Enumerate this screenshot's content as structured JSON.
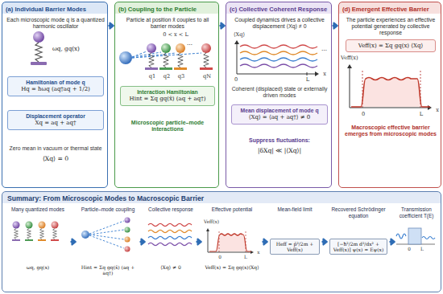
{
  "diagram": {
    "nodes": [
      {
        "text": [
          "(a) Individual Barrier Modes",
          "Each microscopic mode q is a quantized harmonic oscillator",
          "ωq, gq(x)",
          "Zero mean in vacuum or thermal state",
          "⟨Xq⟩ = 0"
        ]
      },
      {
        "text": [
          "Hamiltonian of mode q",
          "Hq = ħωq (aq†aq + 1/2)"
        ],
        "in": 0
      },
      {
        "text": [
          "Displacement operator",
          "Xq = aq + aq†"
        ],
        "in": 0
      },
      {
        "text": [
          "(b) Coupling to the Particle",
          "Particle at position x̂ couples to all barrier modes",
          "0 < x < L",
          "q1",
          "q2",
          "q3",
          "⋯",
          "qN",
          "Microscopic particle–mode interactions"
        ]
      },
      {
        "text": [
          "Interaction Hamiltonian",
          "Hint = Σq gq(x̂) (aq + aq†)"
        ],
        "in": 3
      },
      {
        "text": [
          "(c) Collective Coherent Response",
          "Coupled dynamics drives a collective displacement ⟨Xq⟩ ≠ 0",
          "⟨Xq⟩",
          "⋯",
          "0",
          "L",
          "x",
          "Coherent (displaced) state or externally driven modes",
          "Suppress fluctuations:",
          "|δXq| ≪ |⟨Xq⟩|"
        ]
      },
      {
        "text": [
          "Mean displacement of mode q",
          "⟨Xq⟩ = ⟨aq + aq†⟩ ≠ 0"
        ],
        "in": 5
      },
      {
        "text": [
          "(d) Emergent Effective Barrier",
          "The particle experiences an effective potential generated by collective response",
          "Veff(x)",
          "0",
          "L",
          "x",
          "Macroscopic effective barrier emerges from microscopic modes"
        ]
      },
      {
        "text": [
          "Veff(x) = Σq gq(x) ⟨Xq⟩"
        ],
        "in": 7
      },
      {
        "text": [
          "Summary: From Microscopic Modes to Macroscopic Barrier"
        ]
      },
      {
        "text": [
          "Many quantized modes",
          "ωq, gq(x)"
        ],
        "in": 9
      },
      {
        "text": [
          "Particle–mode coupling",
          "Hint = Σq gq(x̂) (aq + aq†)"
        ],
        "in": 9
      },
      {
        "text": [
          "Collective response",
          "⟨Xq⟩ ≠ 0"
        ],
        "in": 9
      },
      {
        "text": [
          "Effective potential",
          "Veff(x)",
          "0",
          "L",
          "x",
          "Veff(x) = Σq gq(x)⟨Xq⟩"
        ],
        "in": 9
      },
      {
        "text": [
          "Mean-field limit",
          "Heff = p̂²/2m + Veff(x)"
        ],
        "in": 9
      },
      {
        "text": [
          "Recovered Schrödinger equation",
          "[−ħ²/2m d²/dx² + Veff(x)] ψ(x) = Eψ(x)"
        ],
        "in": 9
      },
      {
        "text": [
          "Transmission coefficient T(E)",
          "0",
          "L"
        ],
        "in": 9
      }
    ],
    "edges": [
      {
        "from": 0,
        "to": 3,
        "arrow": "to"
      },
      {
        "from": 3,
        "to": 5,
        "arrow": "to"
      },
      {
        "from": 5,
        "to": 7,
        "arrow": "to"
      },
      {
        "from": 10,
        "to": 11,
        "arrow": "to"
      },
      {
        "from": 11,
        "to": 12,
        "arrow": "to"
      },
      {
        "from": 12,
        "to": 13,
        "arrow": "to"
      },
      {
        "from": 13,
        "to": 14,
        "arrow": "to"
      },
      {
        "from": 14,
        "to": 15,
        "arrow": "to"
      },
      {
        "from": 15,
        "to": 16,
        "arrow": "to"
      }
    ]
  }
}
